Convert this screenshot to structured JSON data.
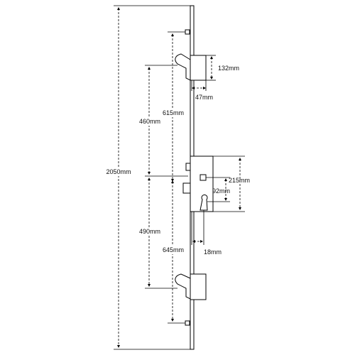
{
  "dimensions": {
    "total_length": "2050mm",
    "top_hook_to_gearbox": "615mm",
    "top_hook_to_centre": "460mm",
    "centre_to_bottom_hook": "490mm",
    "gearbox_to_bottom_hook": "645mm",
    "hook_width": "132mm",
    "faceplate_to_hook": "47mm",
    "gearbox_height": "215mm",
    "centre_distance": "92mm",
    "backset": "18mm"
  }
}
